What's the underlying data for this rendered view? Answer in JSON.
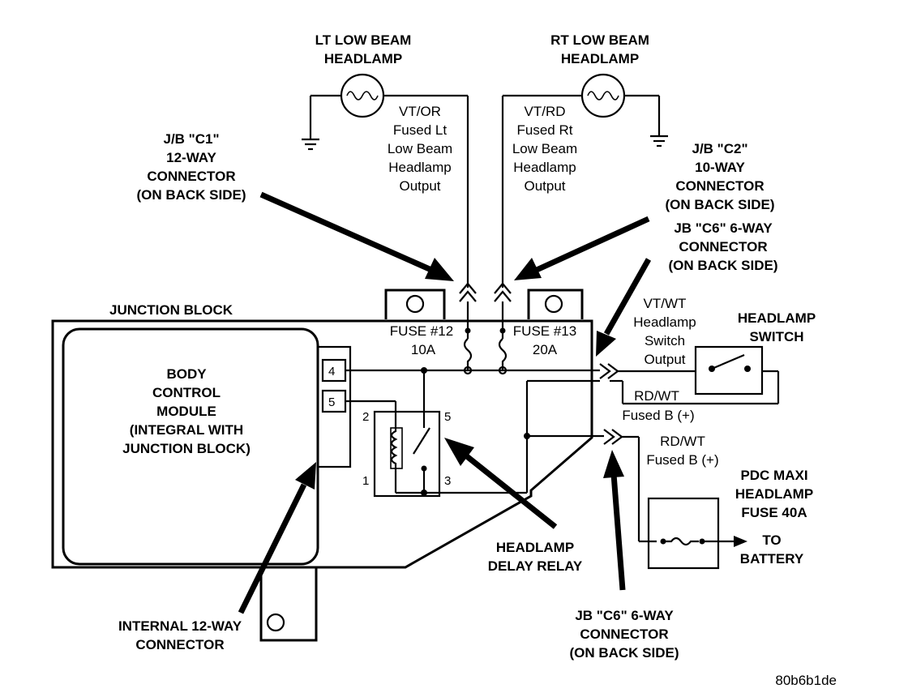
{
  "labels": {
    "lt_low_beam": [
      "LT LOW BEAM",
      "HEADLAMP"
    ],
    "rt_low_beam": [
      "RT LOW BEAM",
      "HEADLAMP"
    ],
    "lt_wire": [
      "VT/OR",
      "Fused Lt",
      "Low Beam",
      "Headlamp",
      "Output"
    ],
    "rt_wire": [
      "VT/RD",
      "Fused Rt",
      "Low Beam",
      "Headlamp",
      "Output"
    ],
    "jb_c1": [
      "J/B \"C1\"",
      "12-WAY",
      "CONNECTOR",
      "(ON BACK SIDE)"
    ],
    "jb_c2": [
      "J/B \"C2\"",
      "10-WAY",
      "CONNECTOR",
      "(ON BACK SIDE)"
    ],
    "jb_c6_top": [
      "JB \"C6\" 6-WAY",
      "CONNECTOR",
      "(ON BACK SIDE)"
    ],
    "jb_c6_bottom": [
      "JB \"C6\" 6-WAY",
      "CONNECTOR",
      "(ON BACK SIDE)"
    ],
    "junction_block": "JUNCTION BLOCK",
    "bcm": [
      "BODY",
      "CONTROL",
      "MODULE",
      "(INTEGRAL WITH",
      "JUNCTION BLOCK)"
    ],
    "fuse12": [
      "FUSE #12",
      "10A"
    ],
    "fuse13": [
      "FUSE #13",
      "20A"
    ],
    "switch_output_wire": [
      "VT/WT",
      "Headlamp",
      "Switch",
      "Output"
    ],
    "headlamp_switch": [
      "HEADLAMP",
      "SWITCH"
    ],
    "rdwt_1": [
      "RD/WT",
      "Fused B (+)"
    ],
    "rdwt_2": [
      "RD/WT",
      "Fused B (+)"
    ],
    "pdc_fuse": [
      "PDC MAXI",
      "HEADLAMP",
      "FUSE 40A"
    ],
    "to_battery": [
      "TO",
      "BATTERY"
    ],
    "delay_relay": [
      "HEADLAMP",
      "DELAY RELAY"
    ],
    "internal_connector": [
      "INTERNAL 12-WAY",
      "CONNECTOR"
    ],
    "pins": {
      "p4": "4",
      "p5": "5",
      "r2": "2",
      "r5": "5",
      "r1": "1",
      "r3": "3"
    },
    "figure_id": "80b6b1de"
  }
}
